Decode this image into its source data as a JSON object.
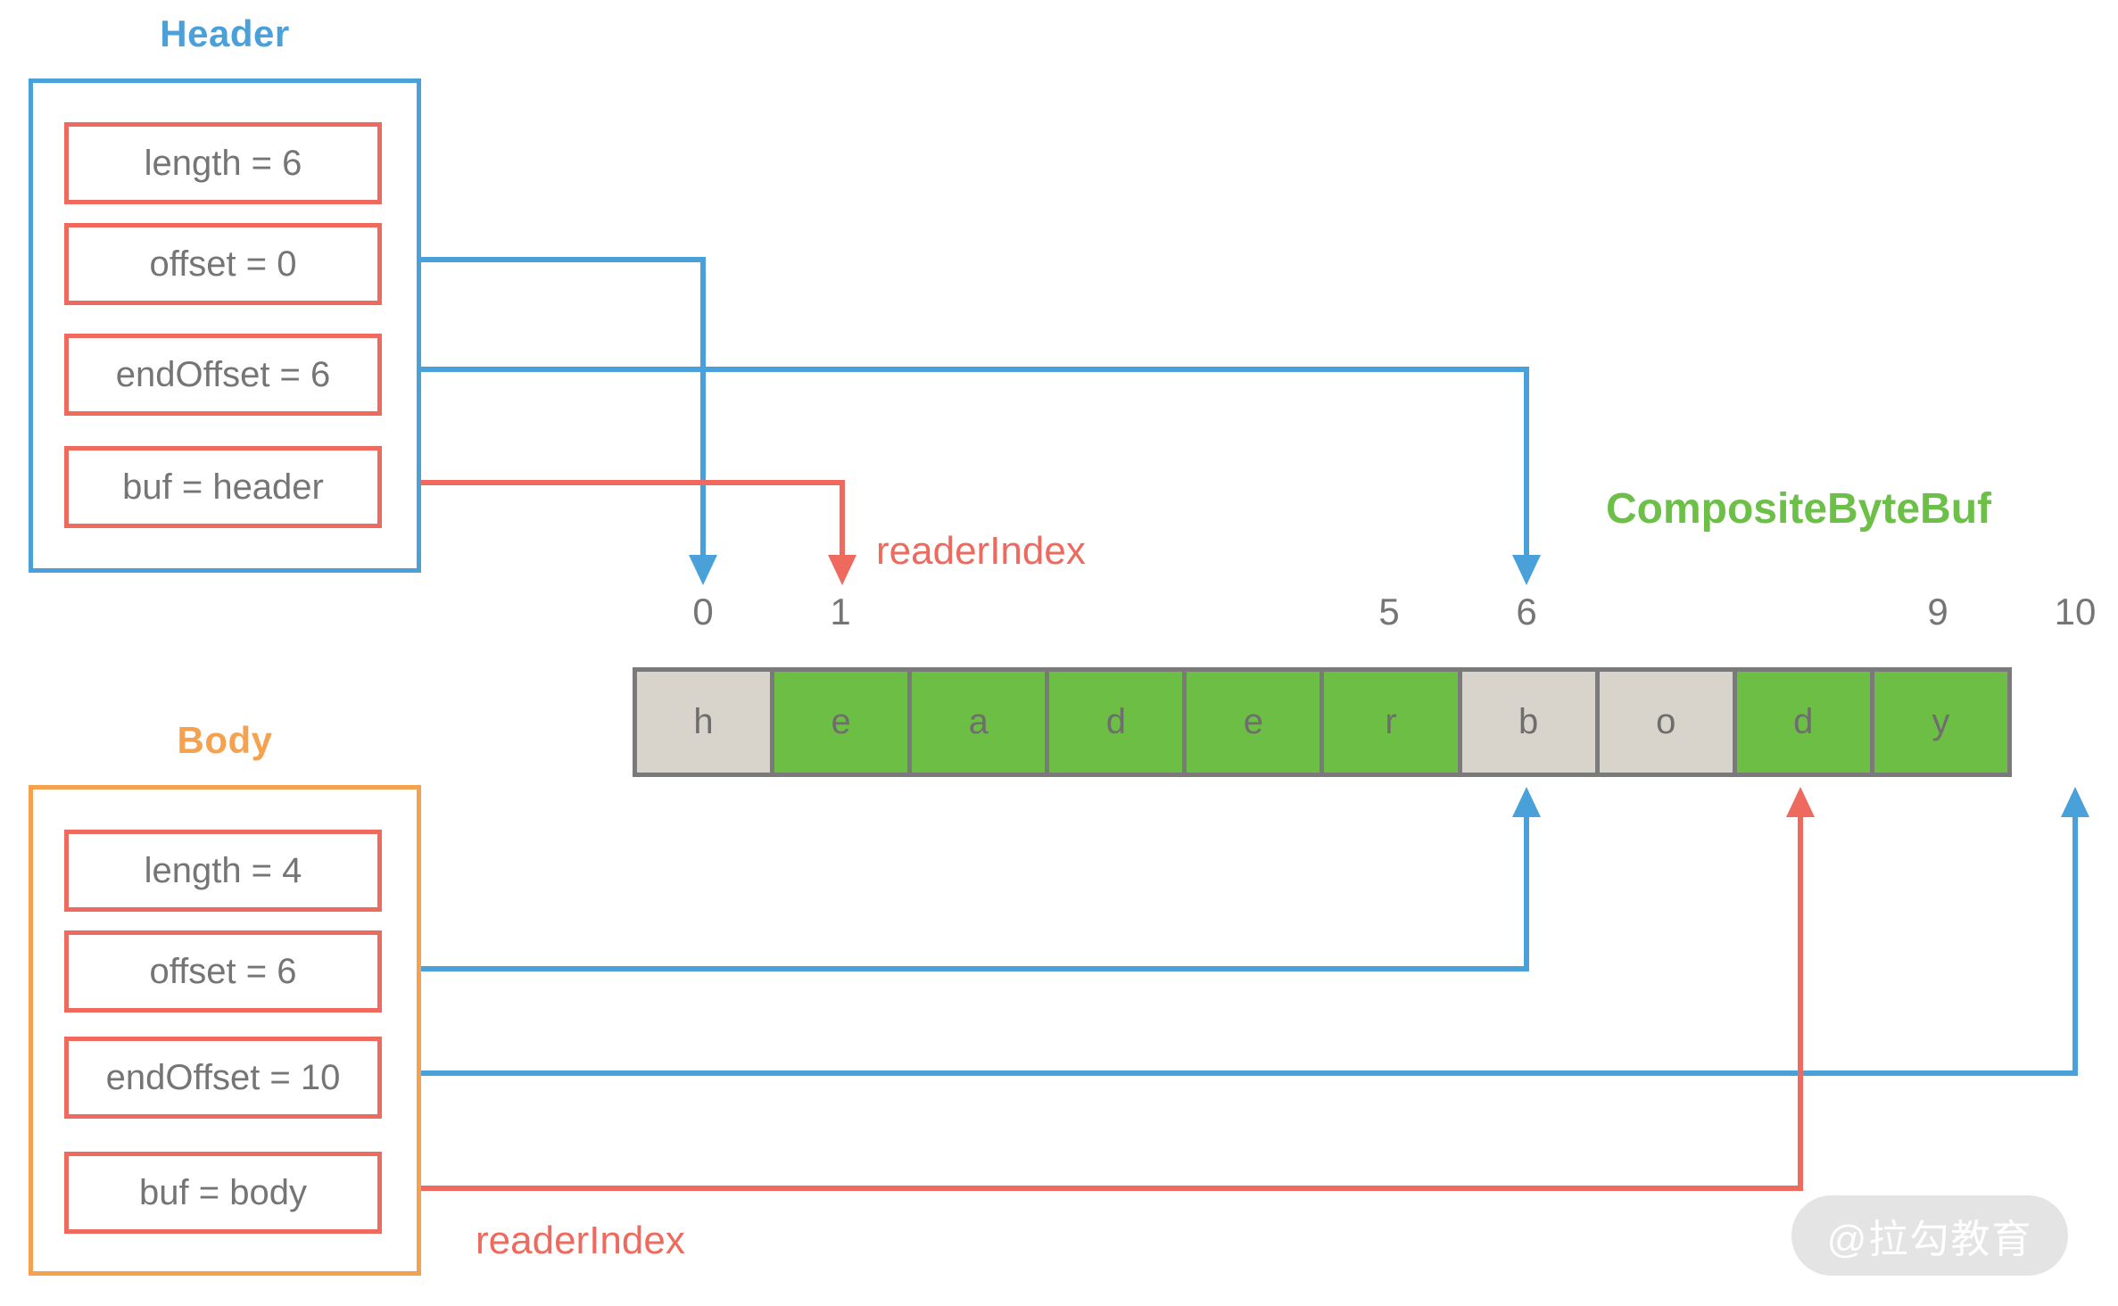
{
  "header_panel": {
    "title": "Header",
    "fields": [
      "length = 6",
      "offset = 0",
      "endOffset = 6",
      "buf = header"
    ]
  },
  "body_panel": {
    "title": "Body",
    "fields": [
      "length = 4",
      "offset = 6",
      "endOffset = 10",
      "buf = body"
    ]
  },
  "buffer": {
    "label": "CompositeByteBuf",
    "cells": [
      {
        "char": "h",
        "state": "read"
      },
      {
        "char": "e",
        "state": "unread"
      },
      {
        "char": "a",
        "state": "unread"
      },
      {
        "char": "d",
        "state": "unread"
      },
      {
        "char": "e",
        "state": "unread"
      },
      {
        "char": "r",
        "state": "unread"
      },
      {
        "char": "b",
        "state": "read"
      },
      {
        "char": "o",
        "state": "read"
      },
      {
        "char": "d",
        "state": "unread"
      },
      {
        "char": "y",
        "state": "unread"
      }
    ],
    "index_labels": [
      "0",
      "1",
      "5",
      "6",
      "9",
      "10"
    ]
  },
  "annotations": {
    "reader_index_top": "readerIndex",
    "reader_index_bottom": "readerIndex"
  },
  "watermark": {
    "text": "@拉勾教育"
  },
  "colors": {
    "blue": "#4aa0d8",
    "coral_red": "#ee6a5f",
    "orange": "#f5a14d",
    "green_cell": "#6dbe45",
    "green_label": "#6cbf47",
    "read_cell_gray": "#d8d3cb",
    "cell_border_gray": "#7a7a7a",
    "text_gray": "#757575"
  }
}
